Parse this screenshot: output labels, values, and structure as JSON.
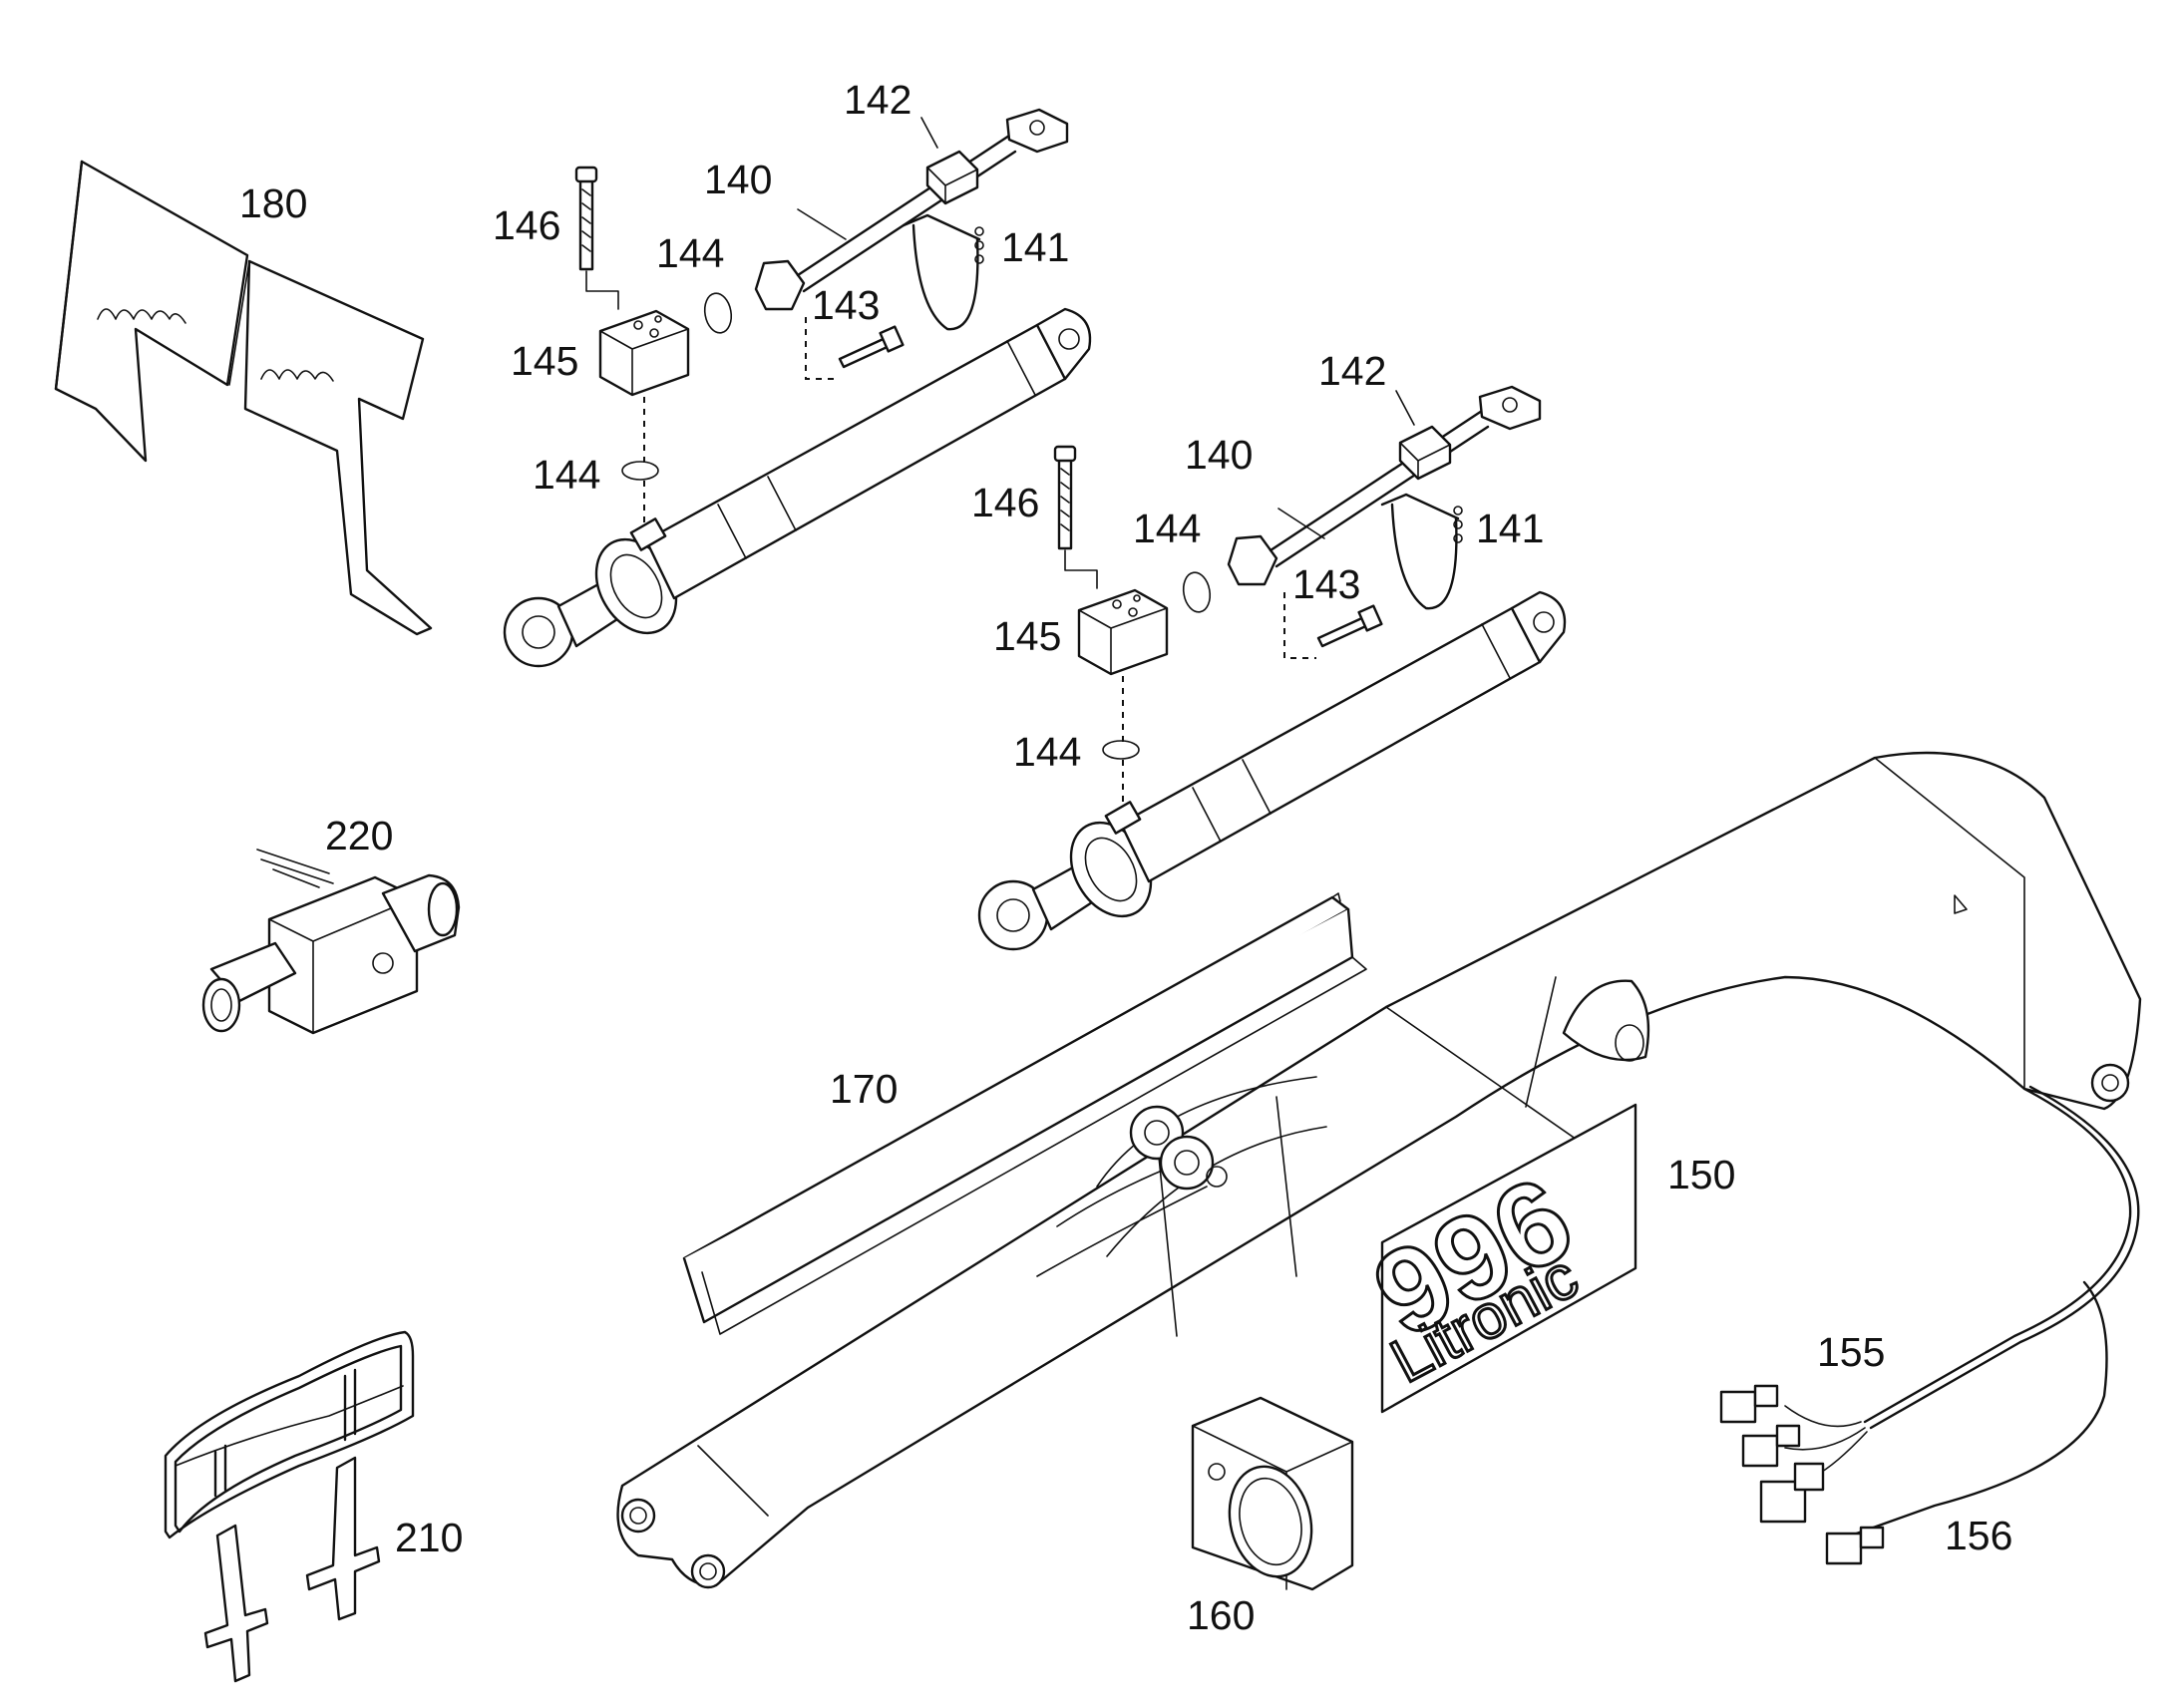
{
  "labels": {
    "p140a": "140",
    "p141a": "141",
    "p142a": "142",
    "p143a": "143",
    "p144a": "144",
    "p144b": "144",
    "p145a": "145",
    "p146a": "146",
    "p140b": "140",
    "p141b": "141",
    "p142b": "142",
    "p143b": "143",
    "p144c": "144",
    "p144d": "144",
    "p145b": "145",
    "p146b": "146",
    "p150": "150",
    "p155": "155",
    "p156": "156",
    "p160": "160",
    "p170": "170",
    "p180": "180",
    "p210": "210",
    "p220": "220"
  },
  "logo": {
    "number": "996",
    "brand": "Litronic"
  }
}
